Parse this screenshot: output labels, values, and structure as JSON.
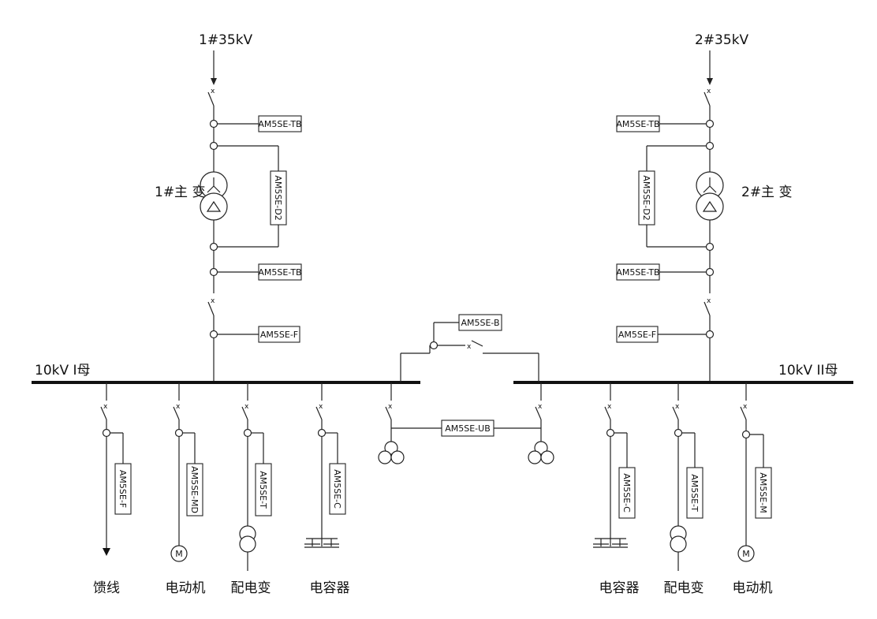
{
  "sources": {
    "left": "1#35kV",
    "right": "2#35kV"
  },
  "transformers": {
    "left": "1#主 变",
    "right": "2#主 变"
  },
  "buses": {
    "left": "10kV I母",
    "right": "10kV II母"
  },
  "devices": {
    "tb_l1": "AM5SE-TB",
    "d2_l": "AM5SE-D2",
    "tb_l2": "AM5SE-TB",
    "f_l": "AM5SE-F",
    "tb_r1": "AM5SE-TB",
    "d2_r": "AM5SE-D2",
    "tb_r2": "AM5SE-TB",
    "f_r": "AM5SE-F",
    "b": "AM5SE-B",
    "ub": "AM5SE-UB",
    "feeder_f": "AM5SE-F",
    "feeder_md": "AM5SE-MD",
    "feeder_t_l": "AM5SE-T",
    "feeder_c_l": "AM5SE-C",
    "feeder_c_r": "AM5SE-C",
    "feeder_t_r": "AM5SE-T",
    "feeder_m": "AM5SE-M"
  },
  "loads": {
    "feeder": "馈线",
    "motor_l": "电动机",
    "dist_l": "配电变",
    "cap_l": "电容器",
    "cap_r": "电容器",
    "dist_r": "配电变",
    "motor_r": "电动机"
  },
  "symbols": {
    "motor": "M",
    "breaker_mark": "x"
  }
}
